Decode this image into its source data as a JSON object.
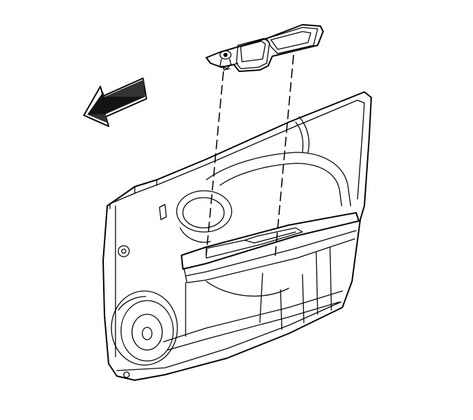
{
  "figure": {
    "parts": [
      "door-trim-panel",
      "door-pull-handle-cup",
      "mounting-clip",
      "speaker-grille",
      "direction-arrow-icon"
    ]
  }
}
